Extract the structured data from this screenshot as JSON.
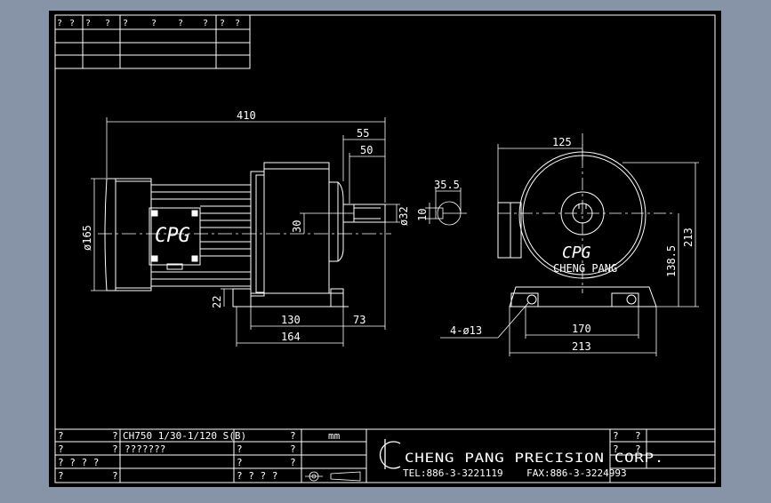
{
  "colors": {
    "frame_bg": "#8794a8",
    "canvas": "#000000",
    "line": "#ffffff"
  },
  "title_block_top": {
    "row1": [
      "?",
      "?",
      "?",
      "?",
      "?",
      "?",
      "?",
      "?",
      "?",
      "?"
    ]
  },
  "dimensions": {
    "overall_length": "410",
    "shaft_len_55": "55",
    "shaft_len_50": "50",
    "motor_dia": "ø165",
    "shaft_center": "30",
    "shaft_dia": "ø32",
    "key_depth": "35.5",
    "key_width": "10",
    "base_height": "22",
    "base_130": "130",
    "base_73": "73",
    "base_164": "164",
    "side_125": "125",
    "side_213_h": "213",
    "side_138_5": "138.5",
    "side_170": "170",
    "side_213_w": "213",
    "holes": "4-ø13"
  },
  "labels": {
    "cpg_front": "CPG",
    "cpg_side": "CPG",
    "cheng_pang": "CHENG PANG"
  },
  "title_block_bottom": {
    "q1": "?",
    "q2": "?",
    "model": "CH750 1/30-1/120 S(B)",
    "q3": "?",
    "unit": "mm",
    "q4": "?",
    "q5": "?",
    "name": "???????",
    "q6": "?",
    "q7": "?",
    "q8": "? ? ? ?",
    "q9": "?",
    "q10": "?",
    "q11": "?",
    "q12": "?",
    "q13": "? ? ? ?",
    "company": "CHENG PANG PRECISION CORP.",
    "contact": "TEL:886-3-3221119    FAX:886-3-3224993",
    "r1": "?",
    "r2": "?",
    "r3": "?",
    "r4": "?"
  }
}
